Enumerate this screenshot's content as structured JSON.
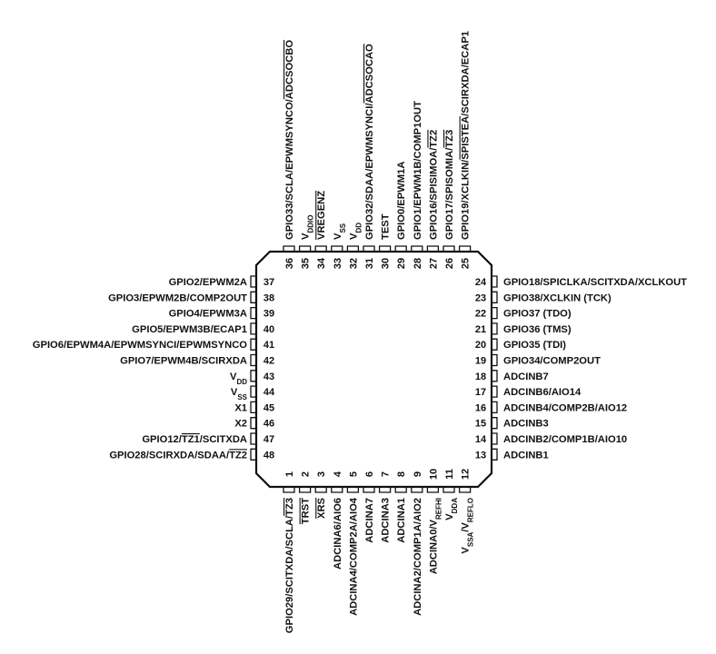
{
  "package": {
    "left_pins": [
      {
        "num": "37",
        "label": "GPIO2/EPWM2A"
      },
      {
        "num": "38",
        "label": "GPIO3/EPWM2B/COMP2OUT"
      },
      {
        "num": "39",
        "label": "GPIO4/EPWM3A"
      },
      {
        "num": "40",
        "label": "GPIO5/EPWM3B/ECAP1"
      },
      {
        "num": "41",
        "label": "GPIO6/EPWM4A/EPWMSYNCI/EPWMSYNCO"
      },
      {
        "num": "42",
        "label": "GPIO7/EPWM4B/SCIRXDA"
      },
      {
        "num": "43",
        "label": "V",
        "sub": "DD"
      },
      {
        "num": "44",
        "label": "V",
        "sub": "SS"
      },
      {
        "num": "45",
        "label": "X1"
      },
      {
        "num": "46",
        "label": "X2"
      },
      {
        "num": "47",
        "label": "GPIO12/",
        "ol": "TZ1",
        "tail": "/SCITXDA"
      },
      {
        "num": "48",
        "label": "GPIO28/SCIRXDA/SDAA/",
        "ol": "TZ2"
      }
    ],
    "right_pins": [
      {
        "num": "24",
        "label": "GPIO18/SPICLKA/SCITXDA/XCLKOUT"
      },
      {
        "num": "23",
        "label": "GPIO38/XCLKIN (TCK)"
      },
      {
        "num": "22",
        "label": "GPIO37 (TDO)"
      },
      {
        "num": "21",
        "label": "GPIO36 (TMS)"
      },
      {
        "num": "20",
        "label": "GPIO35 (TDI)"
      },
      {
        "num": "19",
        "label": "GPIO34/COMP2OUT"
      },
      {
        "num": "18",
        "label": "ADCINB7"
      },
      {
        "num": "17",
        "label": "ADCINB6/AIO14"
      },
      {
        "num": "16",
        "label": "ADCINB4/COMP2B/AIO12"
      },
      {
        "num": "15",
        "label": "ADCINB3"
      },
      {
        "num": "14",
        "label": "ADCINB2/COMP1B/AIO10"
      },
      {
        "num": "13",
        "label": "ADCINB1"
      }
    ],
    "top_pins": [
      {
        "num": "36",
        "label": "GPIO33/SCLA/EPWMSYNCO/ADCSOCBO",
        "ol": "ADCSOCBO",
        "olStart": 22
      },
      {
        "num": "35",
        "label": "V",
        "sub": "DDIO"
      },
      {
        "num": "34",
        "label": "VREGENZ",
        "ol": "VREGENZ",
        "olStart": 0
      },
      {
        "num": "33",
        "label": "V",
        "sub": "SS"
      },
      {
        "num": "32",
        "label": "V",
        "sub": "DD"
      },
      {
        "num": "31",
        "label": "GPIO32/SDAA/EPWMSYNCI/ADCSOCAO",
        "ol": "ADCSOCAO",
        "olStart": 22
      },
      {
        "num": "30",
        "label": "TEST"
      },
      {
        "num": "29",
        "label": "GPIO0/EPWM1A"
      },
      {
        "num": "28",
        "label": "GPIO1/EPWM1B/COMP1OUT"
      },
      {
        "num": "27",
        "label": "GPIO16/SPISIMOA/TZ2",
        "ol": "TZ2",
        "olStart": 16
      },
      {
        "num": "26",
        "label": "GPIO17/SPISOMIA/TZ3",
        "ol": "TZ3",
        "olStart": 16
      },
      {
        "num": "25",
        "label": "GPIO19/XCLKIN/SPISTEA/SCIRXDA/ECAP1",
        "ol": "SPISTEA",
        "olStart": 14
      }
    ],
    "bottom_pins": [
      {
        "num": "1",
        "label": "GPIO29/SCITXDA/SCLA/TZ3",
        "ol": "TZ3",
        "olStart": 20
      },
      {
        "num": "2",
        "label": "TRST",
        "ol": "TRST",
        "olStart": 0
      },
      {
        "num": "3",
        "label": "XRS",
        "ol": "XRS",
        "olStart": 0
      },
      {
        "num": "4",
        "label": "ADCINA6/AIO6"
      },
      {
        "num": "5",
        "label": "ADCINA4/COMP2A/AIO4"
      },
      {
        "num": "6",
        "label": "ADCINA7"
      },
      {
        "num": "7",
        "label": "ADCINA3"
      },
      {
        "num": "8",
        "label": "ADCINA1"
      },
      {
        "num": "9",
        "label": "ADCINA2/COMP1A/AIO2"
      },
      {
        "num": "10",
        "label": "ADCINA0/V",
        "sub": "REFHI"
      },
      {
        "num": "11",
        "label": "V",
        "sub": "DDA"
      },
      {
        "num": "12",
        "label": "V",
        "sub": "SSA",
        "tail": "/V",
        "sub2": "REFLO"
      }
    ]
  }
}
